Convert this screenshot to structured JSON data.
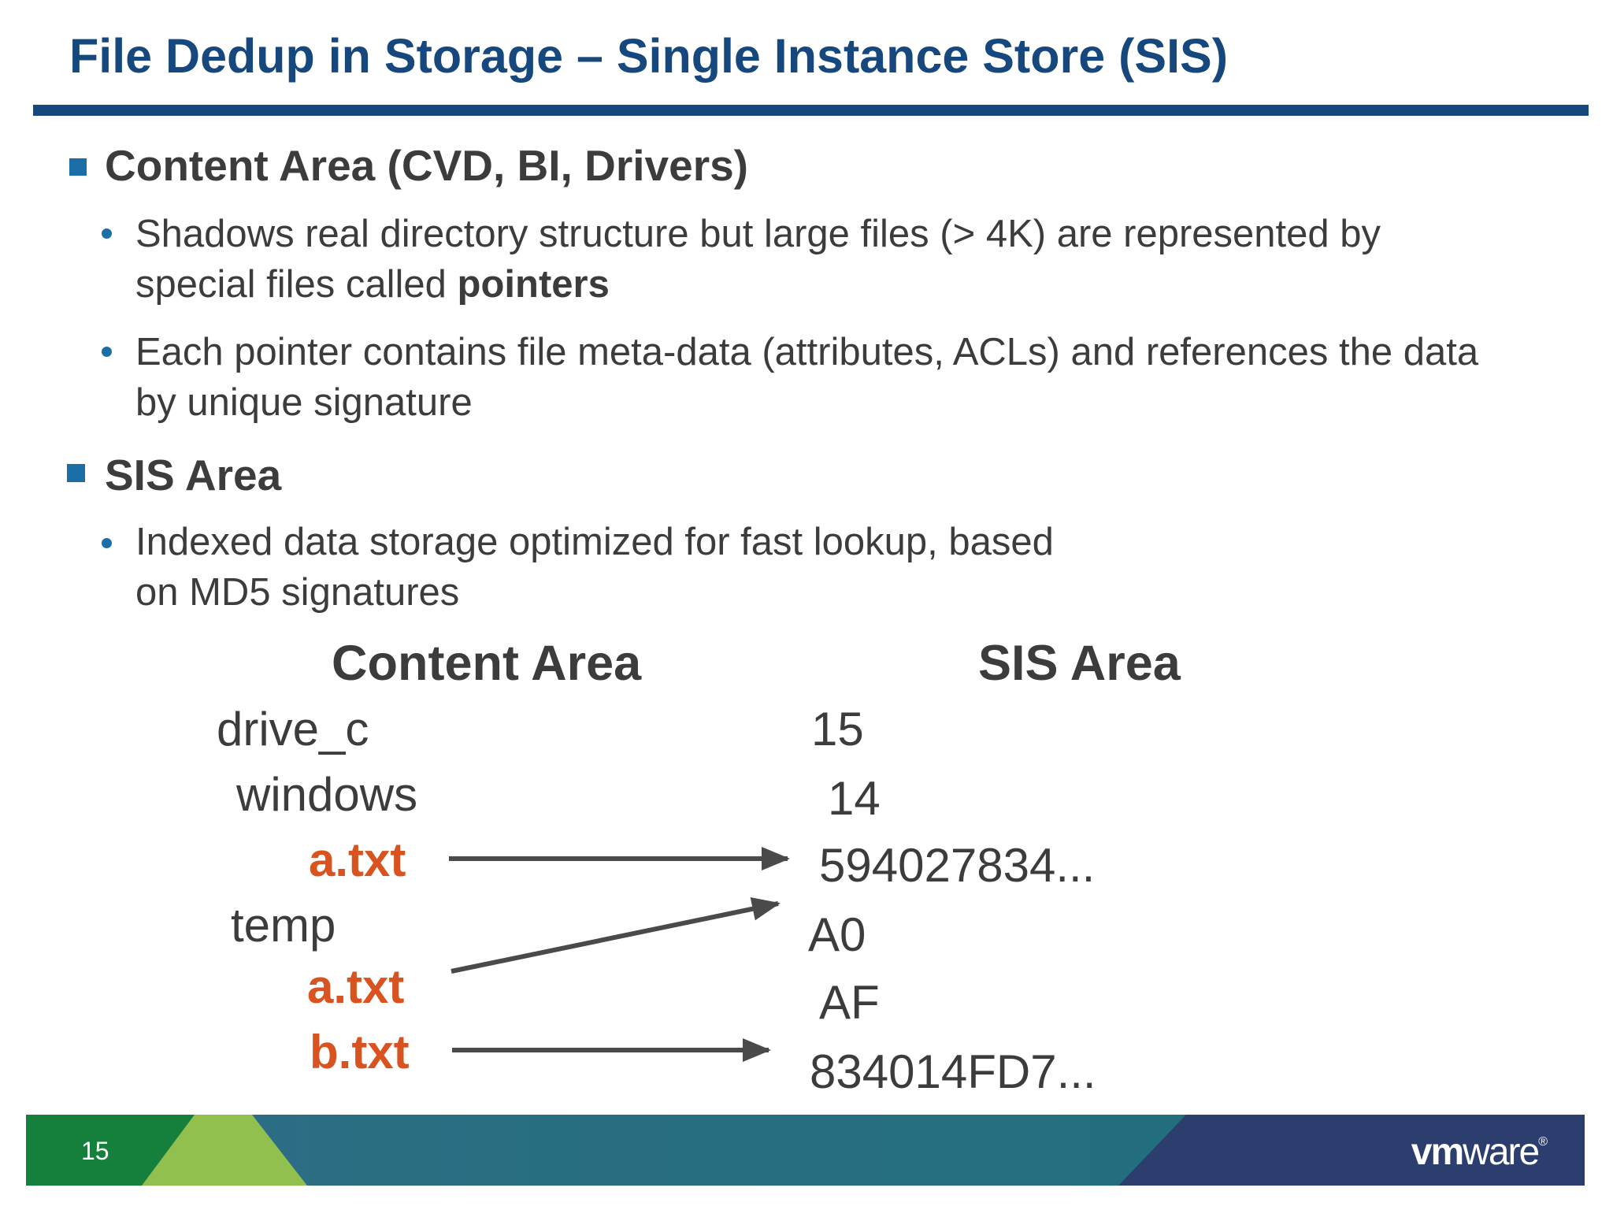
{
  "title": "File Dedup in Storage – Single Instance Store (SIS)",
  "bullets": {
    "b1": {
      "label": "Content Area (CVD, BI, Drivers)",
      "sub1": {
        "line1": "Shadows real directory structure but large files (> 4K) are represented by",
        "line2_prefix": "special files called ",
        "line2_bold": "pointers"
      },
      "sub2": {
        "line1": "Each pointer contains file meta-data (attributes, ACLs) and references the data",
        "line2": "by unique signature"
      }
    },
    "b2": {
      "label": "SIS Area",
      "sub1": {
        "line1": "Indexed data storage optimized for fast lookup, based",
        "line2": "on MD5 signatures"
      }
    }
  },
  "diagram": {
    "content_header": "Content Area",
    "sis_header": "SIS Area",
    "content_rows": [
      "drive_c",
      "windows",
      "a.txt",
      "temp",
      "a.txt",
      "b.txt"
    ],
    "sis_rows": [
      "15",
      "14",
      "594027834...",
      "A0",
      "AF",
      "834014FD7..."
    ],
    "links": [
      {
        "from": "windows/a.txt",
        "to": "594027834..."
      },
      {
        "from": "temp/a.txt",
        "to": "594027834..."
      },
      {
        "from": "temp/b.txt",
        "to": "834014FD7..."
      }
    ]
  },
  "footer": {
    "page_number": "15",
    "logo": {
      "bold": "vm",
      "light": "ware",
      "registered": "®"
    }
  },
  "colors": {
    "title_blue": "#16487E",
    "text_dark": "#3C3C3C",
    "bullet_blue": "#1B6FA6",
    "file_orange": "#D8531F",
    "arrow_gray": "#4A4A4A",
    "footer_green": "#15803C",
    "footer_lime": "#92C04E",
    "footer_teal": "#1F6F7A",
    "footer_steel": "#326B90",
    "footer_navy": "#2C3E6E"
  }
}
